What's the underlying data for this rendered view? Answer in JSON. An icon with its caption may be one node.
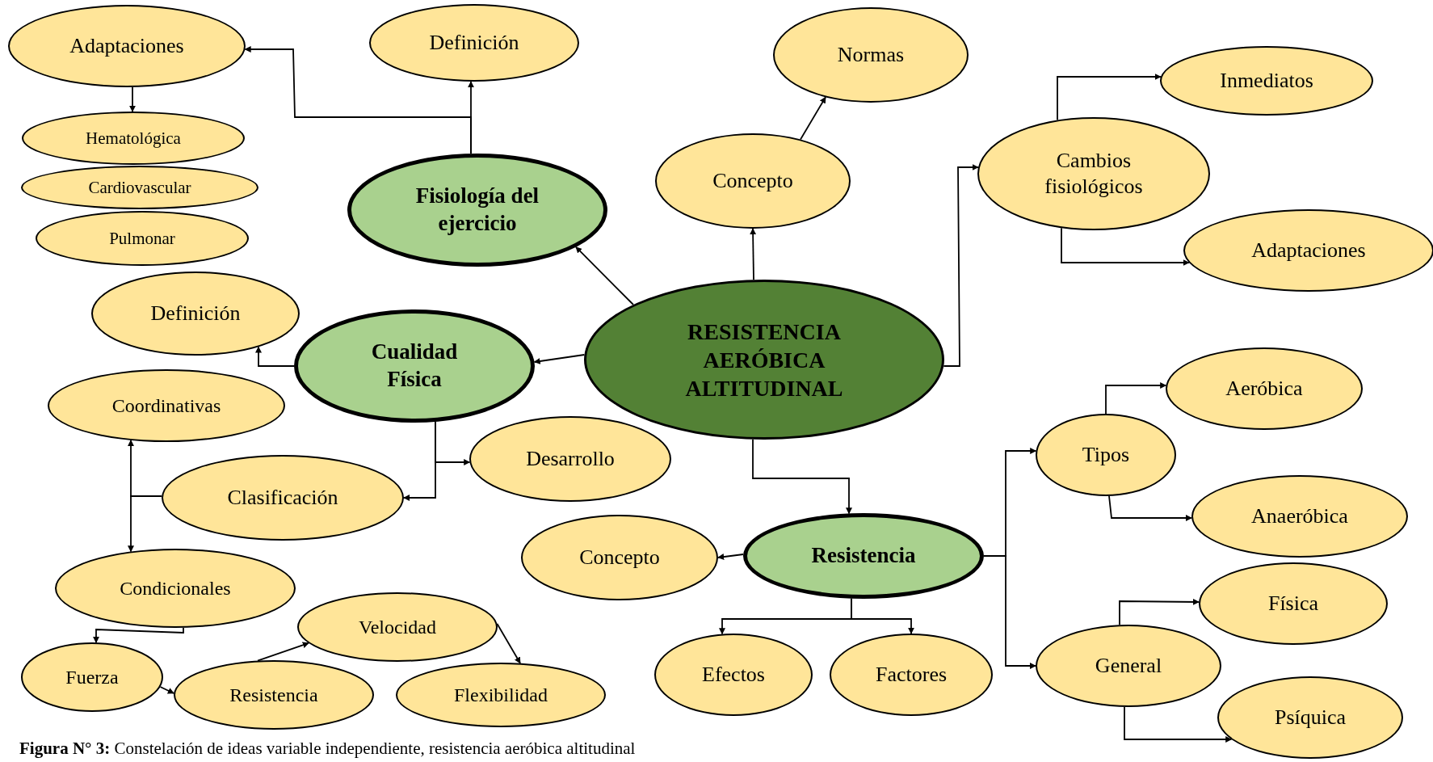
{
  "diagram": {
    "caption": "**Figura N° 3:** Constelación de ideas variable independiente, resistencia aeróbica altitudinal",
    "nodes": [
      {
        "text": [
          "RESISTENCIA AERÓBICA ALTITUDINAL"
        ]
      },
      {
        "text": [
          "Fisiología del ejercicio"
        ]
      },
      {
        "text": [
          "Definición"
        ]
      },
      {
        "text": [
          "Adaptaciones"
        ]
      },
      {
        "text": [
          "Hematológica"
        ]
      },
      {
        "text": [
          "Cardiovascular"
        ]
      },
      {
        "text": [
          "Pulmonar"
        ]
      },
      {
        "text": [
          "Cualidad Física"
        ]
      },
      {
        "text": [
          "Definición"
        ]
      },
      {
        "text": [
          "Coordinativas"
        ]
      },
      {
        "text": [
          "Clasificación"
        ]
      },
      {
        "text": [
          "Desarrollo"
        ]
      },
      {
        "text": [
          "Condicionales"
        ]
      },
      {
        "text": [
          "Fuerza"
        ]
      },
      {
        "text": [
          "Resistencia"
        ]
      },
      {
        "text": [
          "Velocidad"
        ]
      },
      {
        "text": [
          "Flexibilidad"
        ]
      },
      {
        "text": [
          "Concepto"
        ]
      },
      {
        "text": [
          "Normas"
        ]
      },
      {
        "text": [
          "Cambios fisiológicos"
        ]
      },
      {
        "text": [
          "Inmediatos"
        ]
      },
      {
        "text": [
          "Adaptaciones"
        ]
      },
      {
        "text": [
          "Resistencia"
        ]
      },
      {
        "text": [
          "Concepto"
        ]
      },
      {
        "text": [
          "Efectos"
        ]
      },
      {
        "text": [
          "Factores"
        ]
      },
      {
        "text": [
          "Tipos"
        ]
      },
      {
        "text": [
          "Aeróbica"
        ]
      },
      {
        "text": [
          "Anaeróbica"
        ]
      },
      {
        "text": [
          "General"
        ]
      },
      {
        "text": [
          "Física"
        ]
      },
      {
        "text": [
          "Psíquica"
        ]
      }
    ],
    "edges": [
      {
        "from": 0,
        "to": 1,
        "arrow": "to"
      },
      {
        "from": 1,
        "to": 2,
        "arrow": "to"
      },
      {
        "from": 1,
        "to": 3,
        "arrow": "to"
      },
      {
        "from": 3,
        "to": 4,
        "arrow": "to"
      },
      {
        "from": 0,
        "to": 7,
        "arrow": "to"
      },
      {
        "from": 7,
        "to": 8,
        "arrow": "to"
      },
      {
        "from": 7,
        "to": 10,
        "arrow": "to"
      },
      {
        "from": 7,
        "to": 11,
        "arrow": "to"
      },
      {
        "from": 10,
        "to": 9,
        "arrow": "to"
      },
      {
        "from": 10,
        "to": 12,
        "arrow": "to"
      },
      {
        "from": 12,
        "to": 13,
        "arrow": "to"
      },
      {
        "from": 13,
        "to": 14,
        "arrow": "to"
      },
      {
        "from": 14,
        "to": 15,
        "arrow": "to"
      },
      {
        "from": 15,
        "to": 16,
        "arrow": "to"
      },
      {
        "from": 0,
        "to": 17,
        "arrow": "to"
      },
      {
        "from": 17,
        "to": 18,
        "arrow": "to"
      },
      {
        "from": 0,
        "to": 19,
        "arrow": "to"
      },
      {
        "from": 19,
        "to": 20,
        "arrow": "to"
      },
      {
        "from": 19,
        "to": 21,
        "arrow": "to"
      },
      {
        "from": 0,
        "to": 22,
        "arrow": "to"
      },
      {
        "from": 22,
        "to": 23,
        "arrow": "to"
      },
      {
        "from": 22,
        "to": 24,
        "arrow": "to"
      },
      {
        "from": 22,
        "to": 25,
        "arrow": "to"
      },
      {
        "from": 22,
        "to": 26,
        "arrow": "to"
      },
      {
        "from": 22,
        "to": 29,
        "arrow": "to"
      },
      {
        "from": 26,
        "to": 27,
        "arrow": "to"
      },
      {
        "from": 26,
        "to": 28,
        "arrow": "to"
      },
      {
        "from": 29,
        "to": 30,
        "arrow": "to"
      },
      {
        "from": 29,
        "to": 31,
        "arrow": "to"
      }
    ]
  }
}
